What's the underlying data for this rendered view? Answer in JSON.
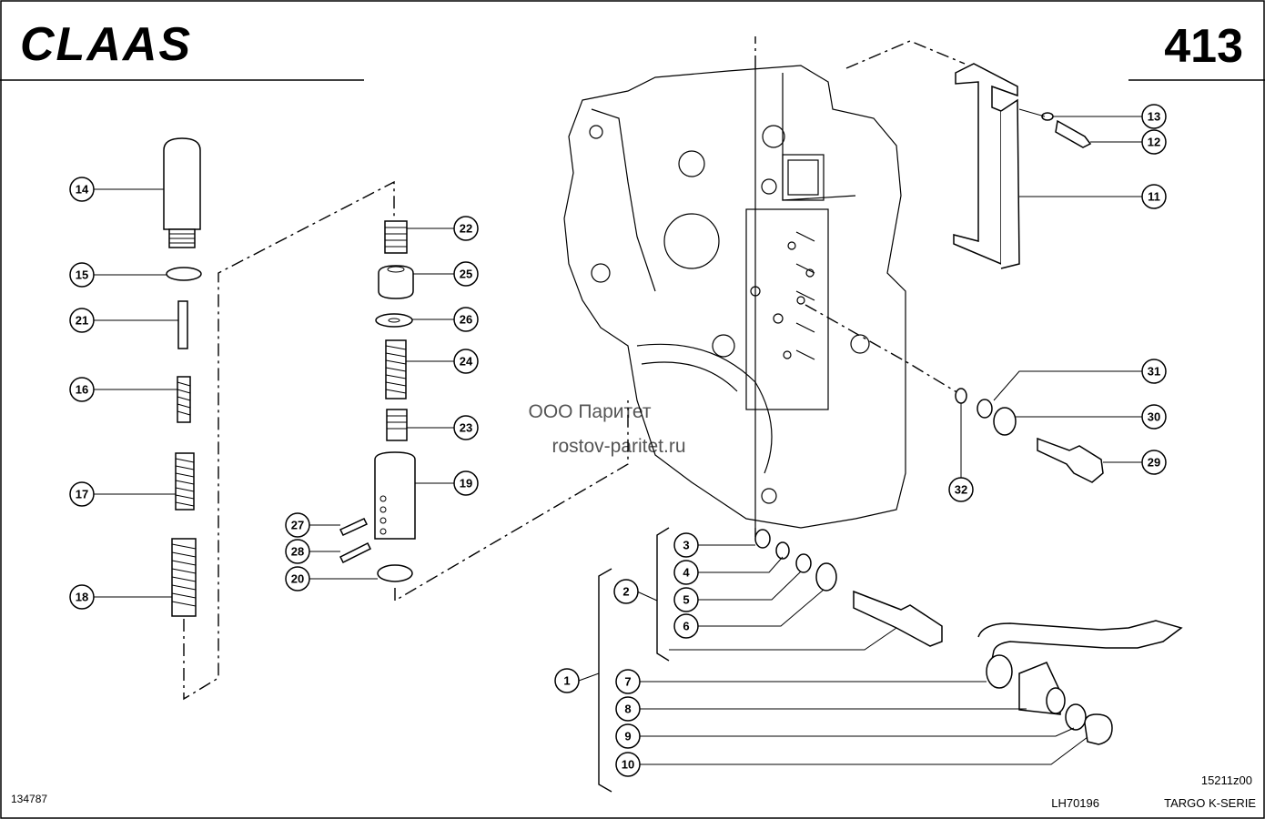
{
  "header": {
    "brand": "CLAAS",
    "page_number": "413"
  },
  "watermark": {
    "line1": "ООО Паритет",
    "line2": "rostov-paritet.ru"
  },
  "footer": {
    "left_code": "134787",
    "drawing_code": "15211z00",
    "doc_code": "LH70196",
    "series": "TARGO K-SERIE"
  },
  "callouts": [
    "1",
    "2",
    "3",
    "4",
    "5",
    "6",
    "7",
    "8",
    "9",
    "10",
    "11",
    "12",
    "13",
    "14",
    "15",
    "16",
    "17",
    "18",
    "19",
    "20",
    "21",
    "22",
    "23",
    "24",
    "25",
    "26",
    "27",
    "28",
    "29",
    "30",
    "31",
    "32"
  ]
}
